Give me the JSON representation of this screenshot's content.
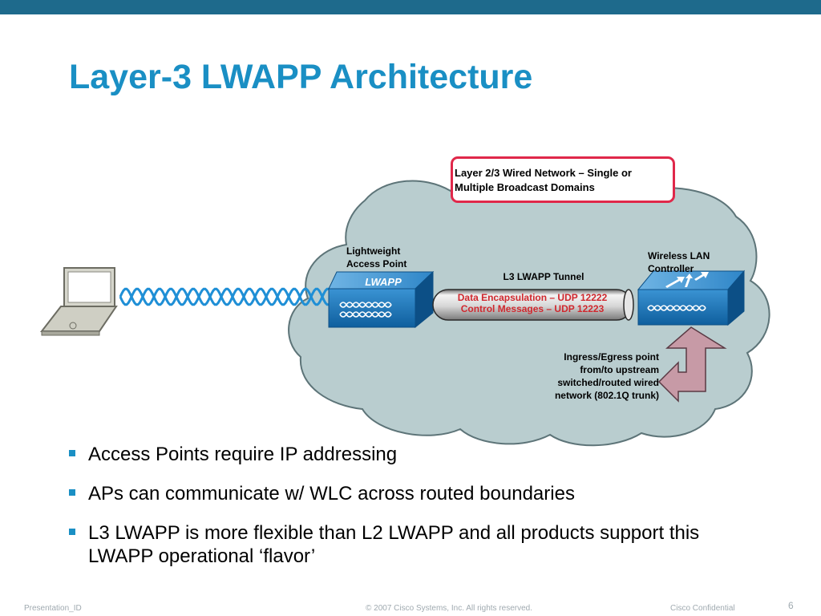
{
  "slide": {
    "title": "Layer-3 LWAPP Architecture"
  },
  "diagram": {
    "callout_line1": "Layer 2/3 Wired Network – Single or",
    "callout_line2": "Multiple Broadcast Domains",
    "ap_label_line1": "Lightweight",
    "ap_label_line2": "Access Point",
    "ap_box_text": "LWAPP",
    "wlc_label_line1": "Wireless LAN",
    "wlc_label_line2": "Controller",
    "tunnel_label": "L3 LWAPP Tunnel",
    "tunnel_line1": "Data Encapsulation – UDP 12222",
    "tunnel_line2": "Control Messages – UDP 12223",
    "ingress_line1": "Ingress/Egress point",
    "ingress_line2": "from/to upstream",
    "ingress_line3": "switched/routed wired",
    "ingress_line4": "network (802.1Q trunk)"
  },
  "bullets": [
    "Access Points require IP addressing",
    "APs can communicate w/ WLC across routed boundaries",
    "L3 LWAPP is more flexible than L2 LWAPP and all products support this LWAPP operational ‘flavor’"
  ],
  "footer": {
    "left": "Presentation_ID",
    "center": "© 2007 Cisco Systems, Inc. All rights reserved.",
    "right": "Cisco Confidential",
    "page": "6"
  },
  "colors": {
    "accent": "#1a8fc4",
    "header_bar": "#1e6a8c",
    "cloud": "#b9cdcf",
    "device": "#1d7bbf",
    "callout_border": "#e0284a",
    "tunnel_text": "#d0282e",
    "arrow": "#c79aa6"
  }
}
